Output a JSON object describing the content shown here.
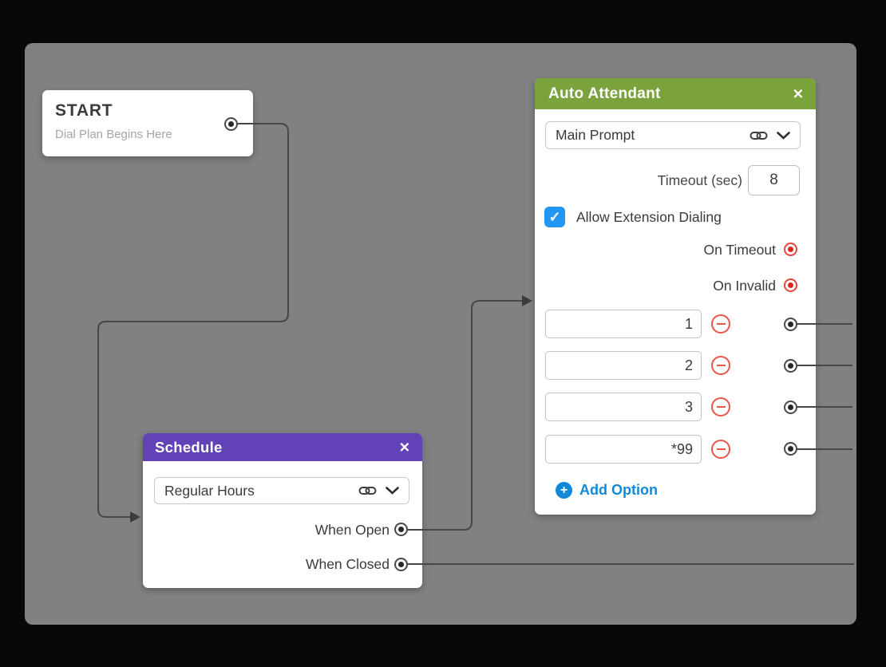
{
  "frame": {
    "background": "#070707",
    "canvas_color": "#818181",
    "wire_color": "#474747"
  },
  "colors": {
    "schedule_header": "#6142b7",
    "auto_attendant_header": "#7aa33d",
    "checkbox_blue": "#2196f3",
    "add_option_blue": "#1289d8",
    "remove_red": "#e8564a",
    "red_port": "#e8453c",
    "port_ring": "#4a4a4a"
  },
  "glyphs": {
    "close": "✕",
    "check": "✓",
    "plus": "+"
  },
  "start_node": {
    "title": "START",
    "subtitle": "Dial Plan Begins Here"
  },
  "schedule_node": {
    "title": "Schedule",
    "selected_option": "Regular Hours",
    "outputs": [
      {
        "label": "When Open"
      },
      {
        "label": "When Closed"
      }
    ]
  },
  "auto_attendant_node": {
    "title": "Auto Attendant",
    "selected_option": "Main Prompt",
    "timeout_label": "Timeout (sec)",
    "timeout_value": "8",
    "extension_label": "Allow Extension Dialing",
    "extension_checked": true,
    "outputs": [
      {
        "label": "On Timeout"
      },
      {
        "label": "On Invalid"
      }
    ],
    "options": [
      {
        "value": "1"
      },
      {
        "value": "2"
      },
      {
        "value": "3"
      },
      {
        "value": "*99"
      }
    ],
    "add_option_label": "Add Option"
  }
}
